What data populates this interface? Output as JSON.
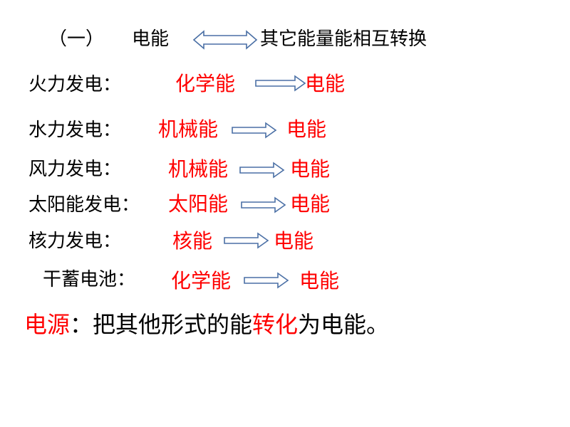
{
  "title": {
    "prefix": "（一）",
    "left": "电能",
    "right": "其它能量能相互转换"
  },
  "rows": [
    {
      "label": "火力发电：",
      "source": "化学能",
      "target": "电能"
    },
    {
      "label": "水力发电：",
      "source": "机械能",
      "target": "电能"
    },
    {
      "label": "风力发电：",
      "source": "机械能",
      "target": "电能"
    },
    {
      "label": "太阳能发电：",
      "source": "太阳能",
      "target": "电能"
    },
    {
      "label": "核力发电：",
      "source": "核能",
      "target": "电能"
    },
    {
      "label": "干蓄电池：",
      "source": "化学能",
      "target": "电能"
    }
  ],
  "definition": {
    "term": "电源",
    "part1": "：把其他形式的能",
    "emphasis": "转化",
    "part2": "为电能。"
  },
  "colors": {
    "accent": "#ff0000",
    "arrow_stroke": "#4a6fa5"
  }
}
